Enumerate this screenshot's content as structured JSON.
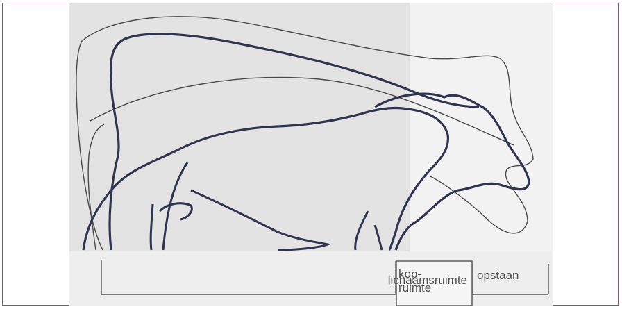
{
  "figure": {
    "labels": {
      "body_space": "lichaamsruimte",
      "head_space_line1": "kop-",
      "head_space_line2": "ruimte",
      "rising": "opstaan"
    },
    "colors": {
      "outline_dark": "#2f3550",
      "outline_light": "#4a4a4a",
      "zone_body": "#e2e2e2",
      "zone_right": "#f1f1f1",
      "frame": "#7a5a6a",
      "bracket": "#555555"
    }
  }
}
